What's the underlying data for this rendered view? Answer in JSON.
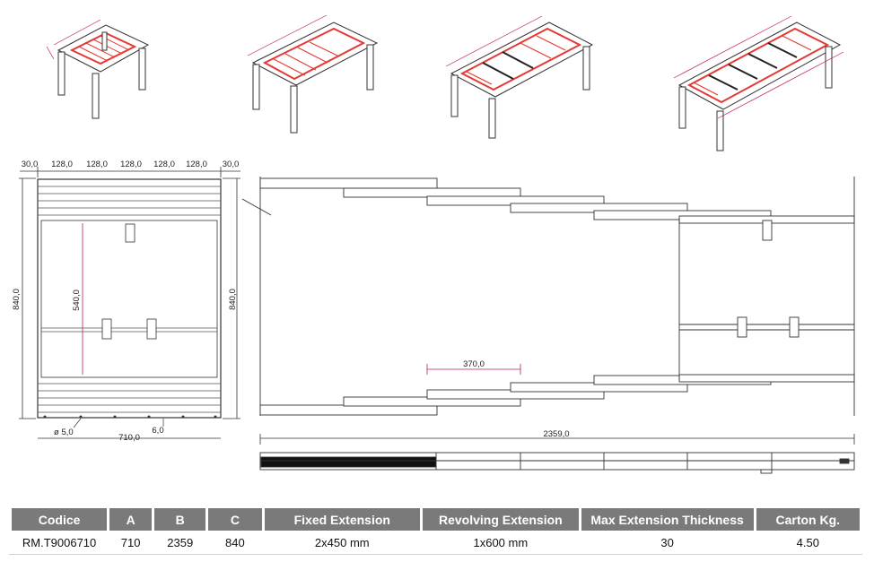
{
  "colors": {
    "accent": "#e53935",
    "dimension": "#c2185b",
    "header_bg": "#7a7a7a"
  },
  "dimensions": {
    "top_segments": [
      "30,0",
      "128,0",
      "128,0",
      "128,0",
      "128,0",
      "128,0",
      "30,0"
    ],
    "height_left": "840,0",
    "height_right": "840,0",
    "inner_height": "540,0",
    "hole_diameter": "ø 5,0",
    "hole_offset": "6,0",
    "width": "710,0",
    "extension_step": "370,0",
    "total_length": "2359,0"
  },
  "table": {
    "headers": [
      "Codice",
      "A",
      "B",
      "C",
      "Fixed Extension",
      "Revolving Extension",
      "Max Extension Thickness",
      "Carton Kg."
    ],
    "rows": [
      [
        "RM.T9006710",
        "710",
        "2359",
        "840",
        "2x450 mm",
        "1x600 mm",
        "30",
        "4.50"
      ]
    ]
  }
}
